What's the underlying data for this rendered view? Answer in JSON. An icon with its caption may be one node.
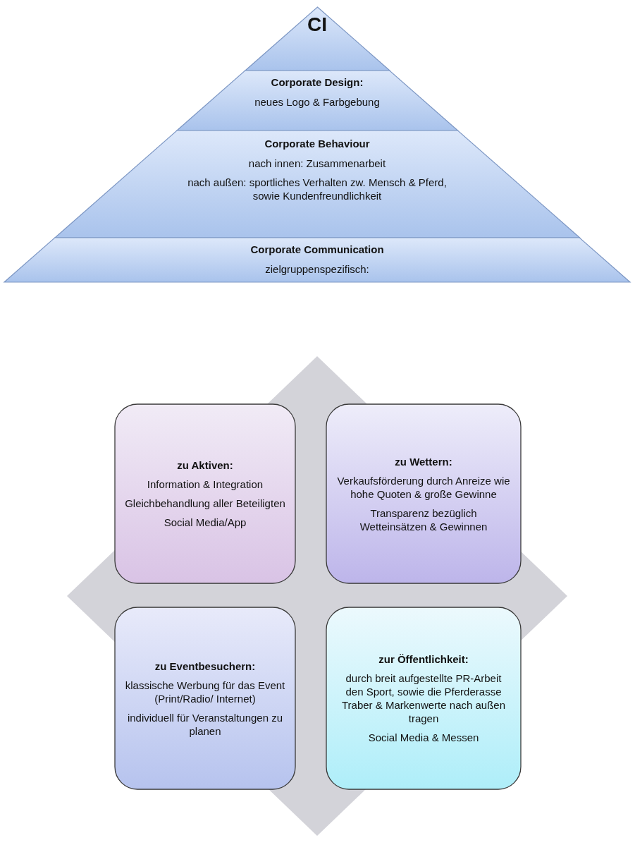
{
  "diagram": {
    "nodes": [
      {
        "text": [
          "CI"
        ]
      },
      {
        "text": [
          "Corporate Design:",
          "neues Logo & Farbgebung"
        ]
      },
      {
        "text": [
          "Corporate Behaviour",
          "nach innen: Zusammenarbeit",
          "nach außen: sportliches Verhalten zw. Mensch & Pferd, sowie Kundenfreundlichkeit"
        ]
      },
      {
        "text": [
          "Corporate Communication",
          "zielgruppenspezifisch:"
        ]
      },
      {
        "text": [],
        "shape": "diamond"
      },
      {
        "text": [
          "zu Aktiven:",
          "Information & Integration",
          "Gleichbehandlung aller Beteiligten",
          "Social Media/App"
        ],
        "in": 4
      },
      {
        "text": [
          "zu Wettern:",
          "Verkaufsförderung durch Anreize wie hohe Quoten & große Gewinne",
          "Transparenz bezüglich Wetteinsätzen & Gewinnen"
        ],
        "in": 4
      },
      {
        "text": [
          "zu Eventbesuchern:",
          "klassische Werbung für das Event (Print/Radio/ Internet)",
          "individuell für Veranstaltungen zu planen"
        ],
        "in": 4
      },
      {
        "text": [
          "zur Öffentlichkeit:",
          "durch breit aufgestellte PR-Arbeit den Sport, sowie die Pferderasse Traber & Markenwerte nach außen tragen",
          "Social Media & Messen"
        ],
        "in": 4
      }
    ]
  }
}
